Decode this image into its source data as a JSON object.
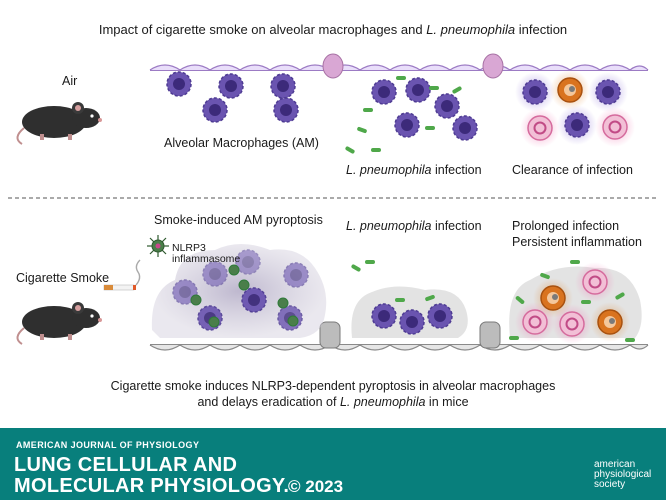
{
  "title": {
    "text": "Impact of cigarette smoke on alveolar macrophages and",
    "species": "L. pneumophila",
    "suffix": "infection"
  },
  "air_panel": {
    "group_label": "Air",
    "label_am": "Alveolar Macrophages (AM)",
    "label_infection_species": "L. pneumophila",
    "label_infection_suffix": "infection",
    "label_clearance": "Clearance of infection"
  },
  "smoke_panel": {
    "group_label": "Cigarette Smoke",
    "label_pyroptosis": "Smoke-induced AM pyroptosis",
    "label_nlrp3_line1": "NLRP3",
    "label_nlrp3_line2": "inflammasome",
    "label_infection_species": "L. pneumophila",
    "label_infection_suffix": "infection",
    "label_prolonged": "Prolonged infection",
    "label_persistent": "Persistent inflammation"
  },
  "conclusion": {
    "line1": "Cigarette smoke induces NLRP3-dependent pyroptosis in alveolar macrophages",
    "line2_prefix": "and delays eradication of",
    "line2_species": "L. pneumophila",
    "line2_suffix": "in mice"
  },
  "footer": {
    "journal_small": "AMERICAN JOURNAL OF PHYSIOLOGY",
    "journal_line1": "LUNG CELLULAR AND",
    "journal_line2": "MOLECULAR PHYSIOLOGY.",
    "copyright": "© 2023",
    "society_line1": "american",
    "society_line2": "physiological",
    "society_line3": "society"
  },
  "colors": {
    "teal_footer": "#087f7c",
    "macrophage": "#6b52b0",
    "bacteria": "#4fa84a",
    "neutrophil": "#e58fb8",
    "monocyte": "#d9731f",
    "epithelium": "#9c7bc4",
    "smoke_epithelium": "#8a8a8a"
  }
}
